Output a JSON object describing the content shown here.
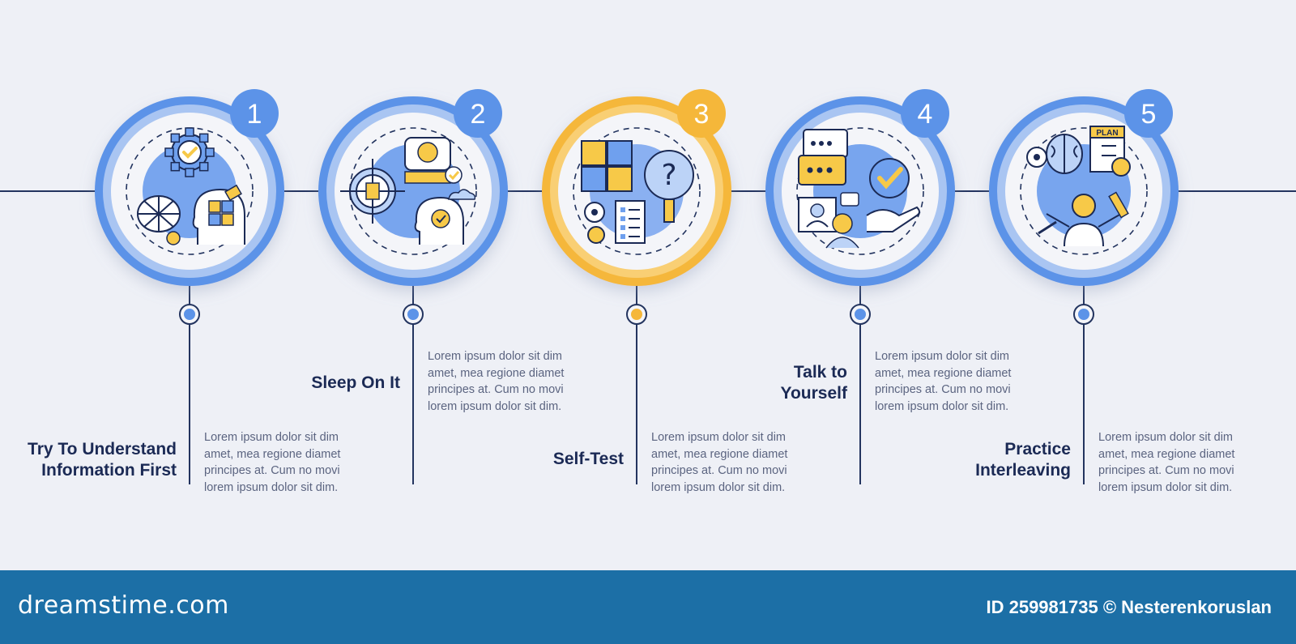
{
  "colors": {
    "background": "#eef0f6",
    "blue_accent": "#5c93e8",
    "blue_light": "#a9c5f2",
    "orange_accent": "#f5b73a",
    "navy_text": "#1b2a55",
    "footer_bg": "#1c6fa6"
  },
  "steps": [
    {
      "number": "1",
      "title": "Try To Understand\nInformation First",
      "description": "Lorem ipsum dolor sit dim amet, mea regione diamet principes at. Cum no movi lorem ipsum dolor sit dim.",
      "accent": "blue",
      "icon": "brain-gear-puzzle-head-icon"
    },
    {
      "number": "2",
      "title": "Sleep On It",
      "description": "Lorem ipsum dolor sit dim amet, mea regione diamet principes at. Cum no movi lorem ipsum dolor sit dim.",
      "accent": "blue",
      "icon": "sleeping-person-target-icon"
    },
    {
      "number": "3",
      "title": "Self-Test",
      "description": "Lorem ipsum dolor sit dim amet, mea regione diamet principes at. Cum no movi lorem ipsum dolor sit dim.",
      "accent": "orange",
      "icon": "puzzle-question-checklist-icon"
    },
    {
      "number": "4",
      "title": "Talk to\nYourself",
      "description": "Lorem ipsum dolor sit dim amet, mea regione diamet principes at. Cum no movi lorem ipsum dolor sit dim.",
      "accent": "blue",
      "icon": "chat-bubbles-hand-check-icon"
    },
    {
      "number": "5",
      "title": "Practice\nInterleaving",
      "description": "Lorem ipsum dolor sit dim amet, mea regione diamet principes at. Cum no movi lorem ipsum dolor sit dim.",
      "accent": "blue",
      "icon": "brain-plan-multitask-person-icon"
    }
  ],
  "footer": {
    "brand": "dreamstime.com",
    "credit": "ID 259981735 © Nesterenkoruslan"
  }
}
